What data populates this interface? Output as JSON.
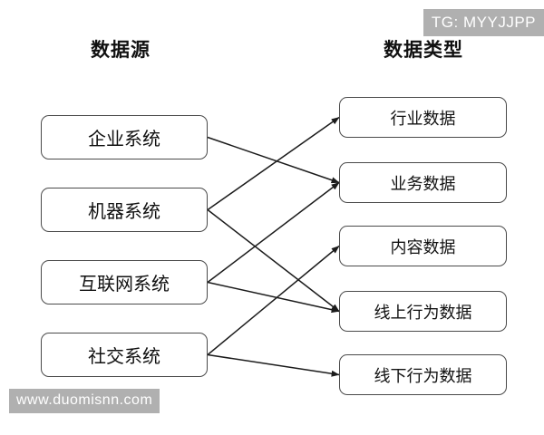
{
  "watermarks": {
    "top_badge": "TG: MYYJJPP",
    "bottom_badge": "www.duomisnn.com"
  },
  "headings": {
    "left": "数据源",
    "right": "数据类型"
  },
  "diagram": {
    "type": "bipartite-flow",
    "sources": [
      {
        "id": "src-0",
        "label": "企业系统"
      },
      {
        "id": "src-1",
        "label": "机器系统"
      },
      {
        "id": "src-2",
        "label": "互联网系统"
      },
      {
        "id": "src-3",
        "label": "社交系统"
      }
    ],
    "types": [
      {
        "id": "typ-0",
        "label": "行业数据"
      },
      {
        "id": "typ-1",
        "label": "业务数据"
      },
      {
        "id": "typ-2",
        "label": "内容数据"
      },
      {
        "id": "typ-3",
        "label": "线上行为数据"
      },
      {
        "id": "typ-4",
        "label": "线下行为数据"
      }
    ],
    "edges": [
      {
        "from": "src-0",
        "to": "typ-1",
        "arrow": "end"
      },
      {
        "from": "src-1",
        "to": "typ-0",
        "arrow": "end"
      },
      {
        "from": "src-1",
        "to": "typ-3",
        "arrow": "end"
      },
      {
        "from": "src-2",
        "to": "typ-1",
        "arrow": "end"
      },
      {
        "from": "src-2",
        "to": "typ-3",
        "arrow": "end"
      },
      {
        "from": "src-3",
        "to": "typ-2",
        "arrow": "end"
      },
      {
        "from": "src-3",
        "to": "typ-4",
        "arrow": "end"
      }
    ],
    "colors": {
      "box_border": "#4a4a4a",
      "box_fill": "#ffffff",
      "line": "#1b1b1b",
      "text": "#111111",
      "watermark_bg": "#b0b0b0",
      "watermark_text": "#ffffff",
      "background": "#ffffff"
    }
  }
}
